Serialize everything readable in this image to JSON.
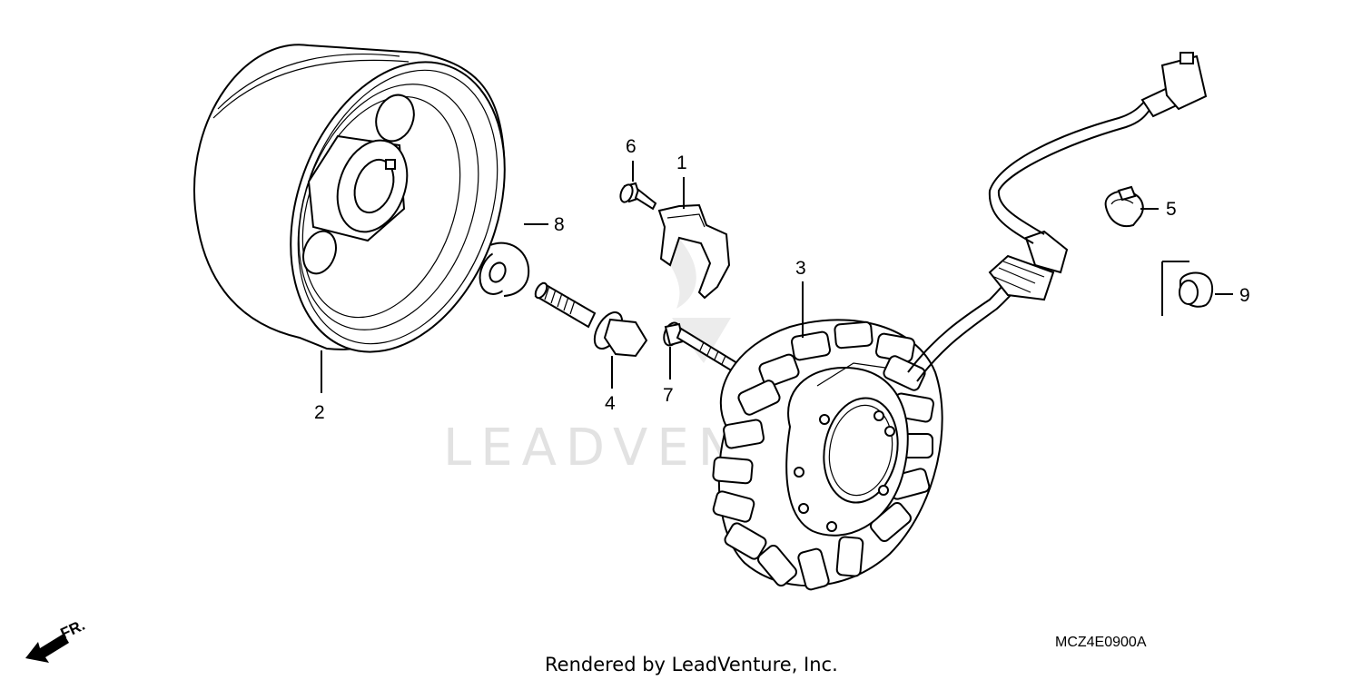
{
  "watermark": "LEADVENTURE",
  "callouts": {
    "c1": "1",
    "c2": "2",
    "c3": "3",
    "c4": "4",
    "c5": "5",
    "c6": "6",
    "c7": "7",
    "c8": "8",
    "c9": "9"
  },
  "direction_label": "FR.",
  "diagram_code": "MCZ4E0900A",
  "footer": "Rendered by LeadVenture, Inc.",
  "icons": [
    "front-direction-arrow-icon"
  ]
}
